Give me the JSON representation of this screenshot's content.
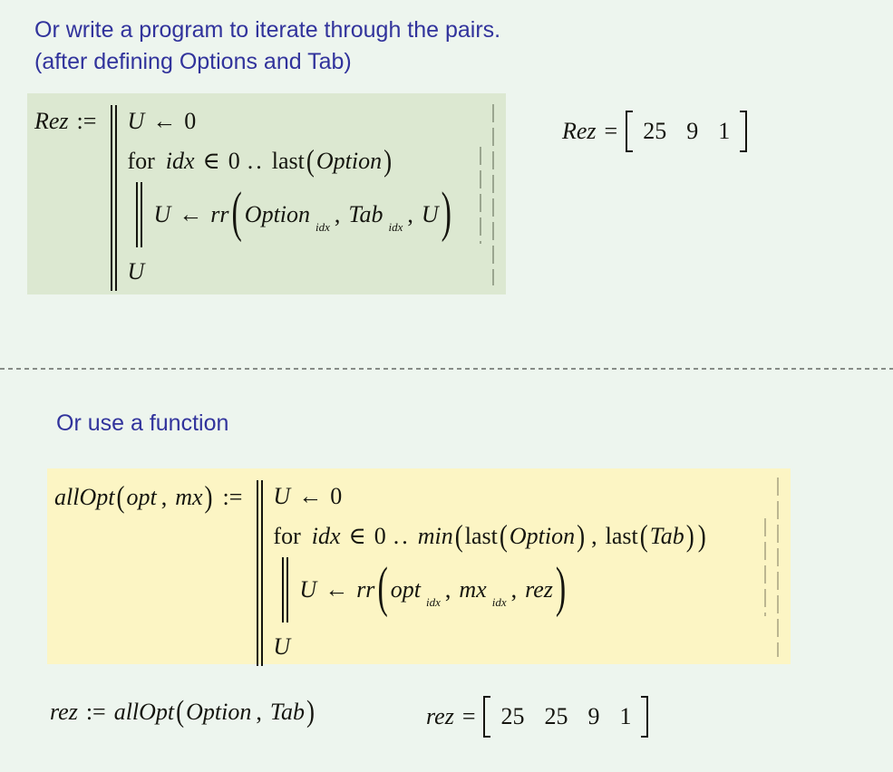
{
  "page": {
    "background": "#edf5ee",
    "divider_color": "#878c87",
    "text_blue": "#31339c",
    "math_black": "#15150f"
  },
  "header": {
    "line1": "Or write a program to iterate through the pairs.",
    "line2": "(after defining Options and Tab)"
  },
  "section2": {
    "title": "Or use a function"
  },
  "program1": {
    "background": "#dce8d1",
    "name": "Rez",
    "assign": ":=",
    "line1": {
      "lhs": "U",
      "arrow": "←",
      "rhs": "0"
    },
    "line2": {
      "kw": "for",
      "var": "idx",
      "member": "∈",
      "start": "0",
      "dots": "..",
      "fn": "last",
      "lp": "(",
      "arg": "Option",
      "rp": ")"
    },
    "line3": {
      "lhs": "U",
      "arrow": "←",
      "fn": "rr",
      "lp": "(",
      "arg1": "Option",
      "sub1": "idx",
      "c1": ",",
      "arg2": "Tab",
      "sub2": "idx",
      "c2": ",",
      "arg3": "U",
      "rp": ")"
    },
    "line4": "U"
  },
  "result1": {
    "name": "Rez",
    "equals": "=",
    "values": [
      "25",
      "9",
      "1"
    ]
  },
  "program2": {
    "background": "#fcf5c4",
    "name": "allOpt",
    "sig": {
      "lp": "(",
      "p1": "opt",
      "comma": ",",
      "p2": "mx",
      "rp": ")",
      "assign": ":="
    },
    "line1": {
      "lhs": "U",
      "arrow": "←",
      "rhs": "0"
    },
    "line2": {
      "kw": "for",
      "var": "idx",
      "member": "∈",
      "start": "0",
      "dots": "..",
      "fn": "min",
      "lp": "(",
      "f1": "last",
      "f1lp": "(",
      "f1arg": "Option",
      "f1rp": ")",
      "comma": ",",
      "f2": "last",
      "f2lp": "(",
      "f2arg": "Tab",
      "f2rp": ")",
      "rp": ")"
    },
    "line3": {
      "lhs": "U",
      "arrow": "←",
      "fn": "rr",
      "lp": "(",
      "arg1": "opt",
      "sub1": "idx",
      "c1": ",",
      "arg2": "mx",
      "sub2": "idx",
      "c2": ",",
      "arg3": "rez",
      "rp": ")"
    },
    "line4": "U"
  },
  "definition2": {
    "name": "rez",
    "assign": ":=",
    "fn": "allOpt",
    "lp": "(",
    "arg1": "Option",
    "comma": ",",
    "arg2": "Tab",
    "rp": ")"
  },
  "result2": {
    "name": "rez",
    "equals": "=",
    "values": [
      "25",
      "25",
      "9",
      "1"
    ]
  }
}
